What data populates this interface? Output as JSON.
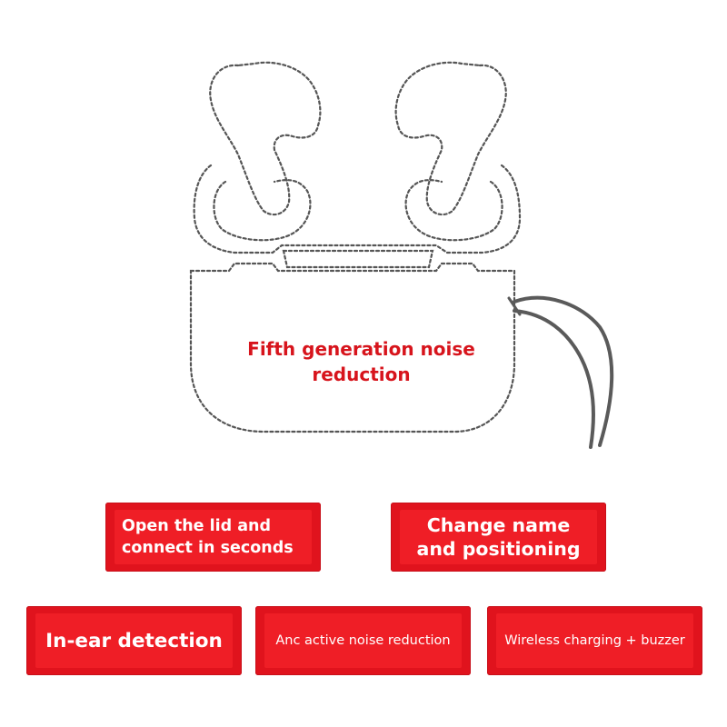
{
  "headline": "Fifth generation noise\nreduction",
  "features": {
    "lid": "Open the lid and\nconnect in seconds",
    "name": "Change name\nand positioning",
    "inear": "In-ear detection",
    "anc": "Anc active noise reduction",
    "wireless": "Wireless charging + buzzer"
  },
  "colors": {
    "accent": "#e0131d",
    "outline": "#555555",
    "text_on_accent": "#ffffff"
  },
  "icons": [
    "earbuds-case-outline-icon",
    "lanyard-icon"
  ]
}
